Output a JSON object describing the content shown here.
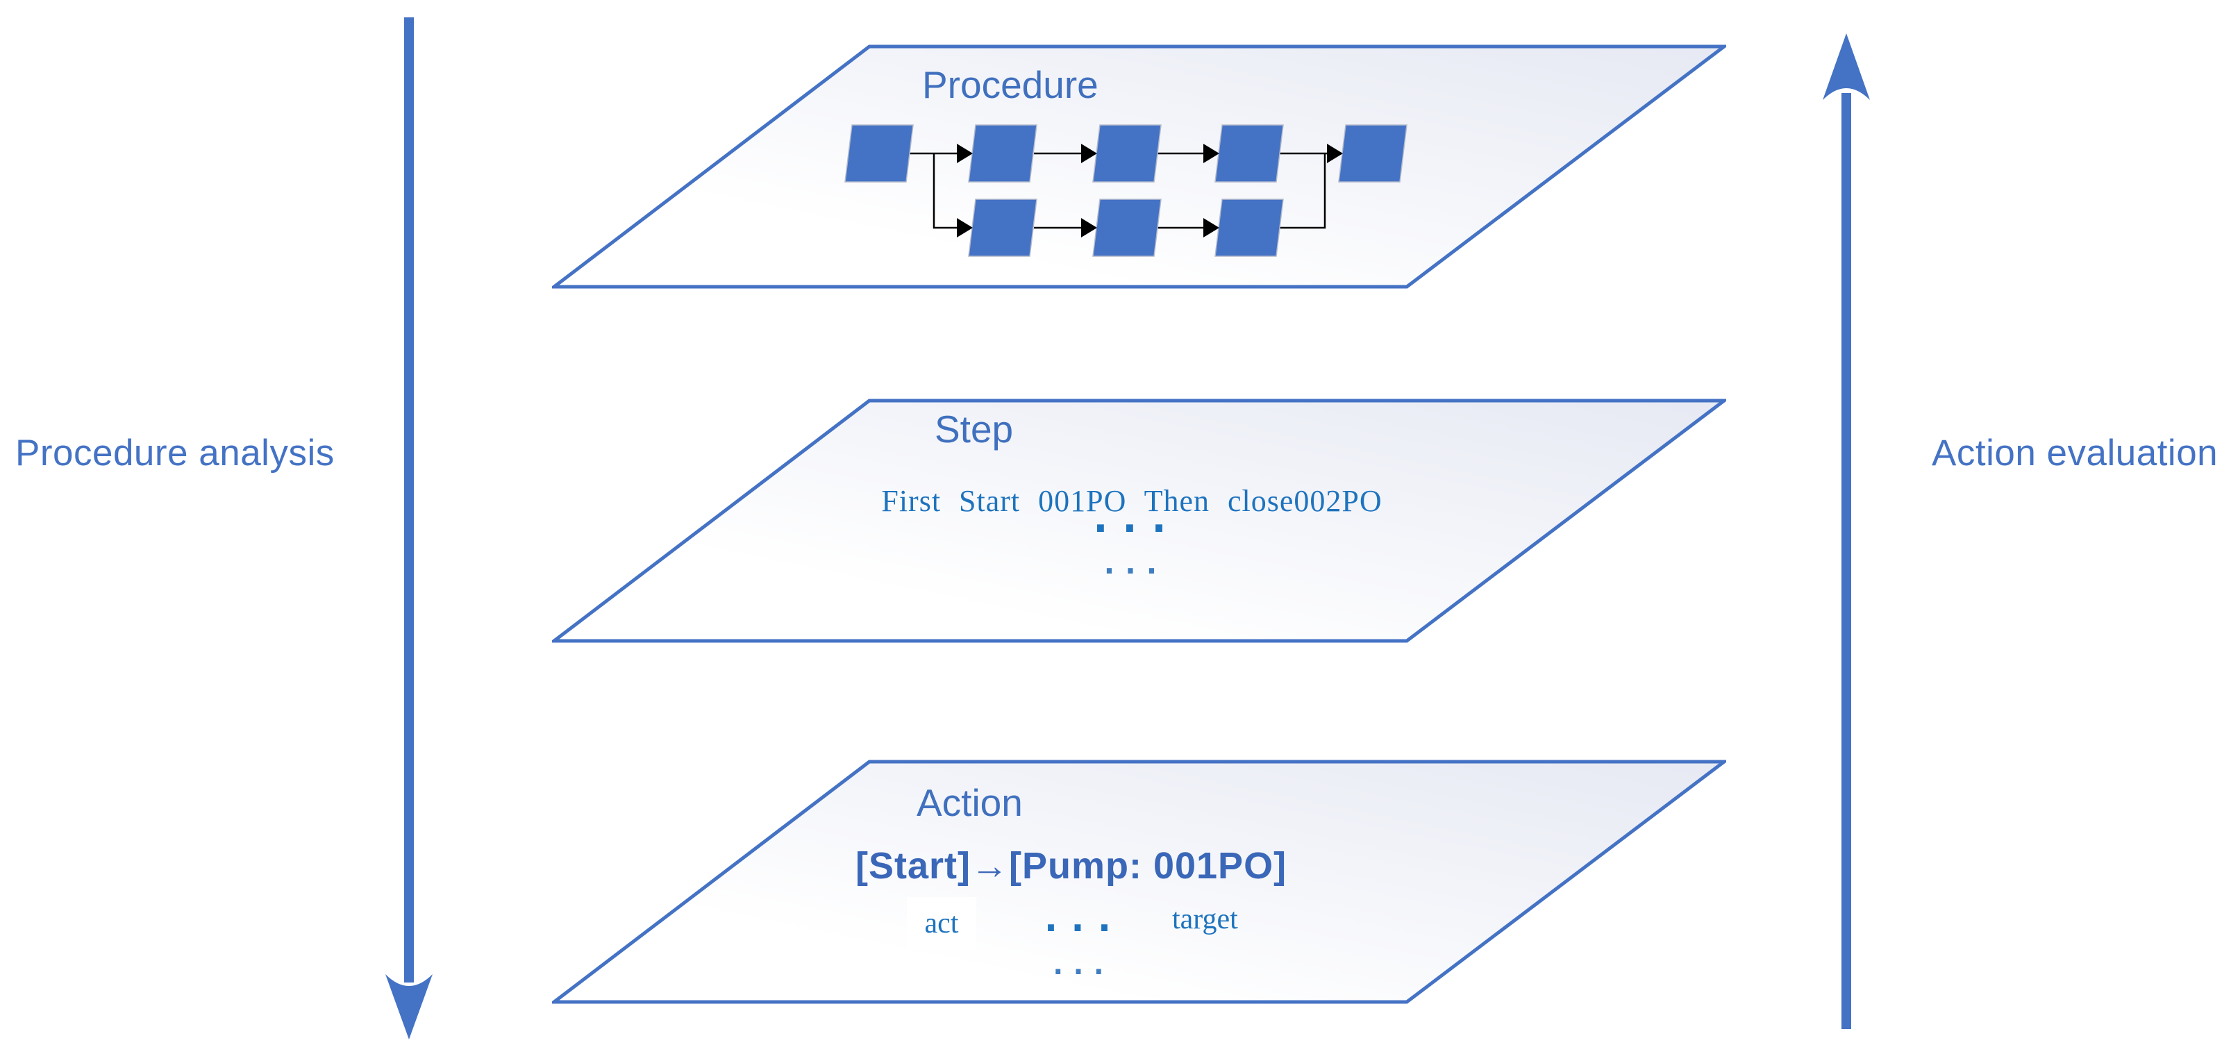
{
  "side_labels": {
    "left": "Procedure analysis",
    "right": "Action evaluation"
  },
  "layers": {
    "procedure": {
      "title": "Procedure"
    },
    "step": {
      "title": "Step",
      "sentence": "First Start 001PO Then close002PO",
      "ellipsis_bold": "...",
      "ellipsis_light": "..."
    },
    "action": {
      "title": "Action",
      "expression": "[Start]→[Pump: 001PO]",
      "act_label": "act",
      "ellipsis_bold": "...",
      "target_label": "target",
      "ellipsis_light": "..."
    }
  },
  "flowchart": {
    "node_style": "blue-skewed-block",
    "top_row_count": 5,
    "bottom_row_count": 3,
    "edges": [
      "t1-t2",
      "t2-t3",
      "t3-t4",
      "t4-t5",
      "t1-b1",
      "b1-b2",
      "b2-b3",
      "b3-t5"
    ]
  },
  "icons": {
    "left_arrow": "arrow-down-icon",
    "right_arrow": "arrow-up-icon"
  },
  "colors": {
    "accent_blue": "#4472C4",
    "plane_fill_shade": "#E6E9F3",
    "plane_fill_light": "#FFFFFF",
    "serif_text_blue": "#1E73BE",
    "expression_blue": "#3A67B8",
    "title_blue": "#4070BE",
    "connector_black": "#000000"
  }
}
